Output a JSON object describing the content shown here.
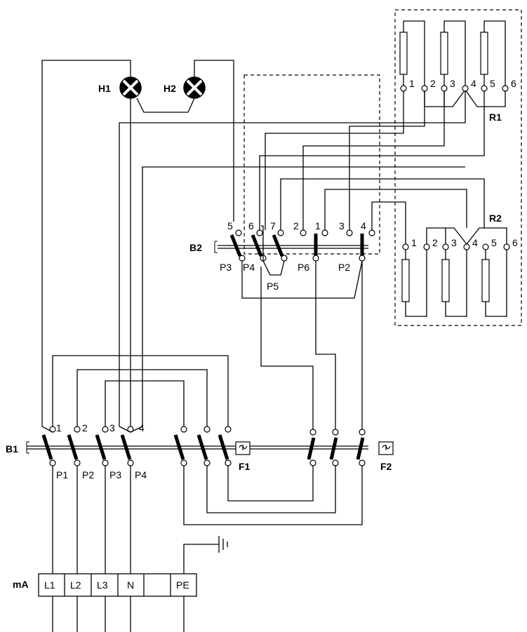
{
  "labels": {
    "lamp_h1": "H1",
    "lamp_h2": "H2",
    "relay_r1": "R1",
    "relay_r2": "R2",
    "switch_b1": "B1",
    "switch_b2": "B2",
    "fuse_f1": "F1",
    "fuse_f2": "F2",
    "terminal_block": "mA"
  },
  "r1_terminals": [
    "1",
    "2",
    "3",
    "4",
    "5",
    "6"
  ],
  "r2_terminals": [
    "1",
    "2",
    "3",
    "4",
    "5",
    "6"
  ],
  "b2_terminal_numbers": [
    "5",
    "6",
    "7",
    "2",
    "1",
    "3",
    "4"
  ],
  "b2_pole_labels": [
    "P3",
    "P4",
    "P5",
    "P6",
    "P2"
  ],
  "b1_terminal_numbers": [
    "1",
    "2",
    "3",
    "4"
  ],
  "b1_pole_labels": [
    "P1",
    "P2",
    "P3",
    "P4"
  ],
  "terminal_block_cells": [
    "L1",
    "L2",
    "L3",
    "N",
    "",
    "PE"
  ],
  "colors": {
    "line": "#000000",
    "background": "#ffffff"
  }
}
